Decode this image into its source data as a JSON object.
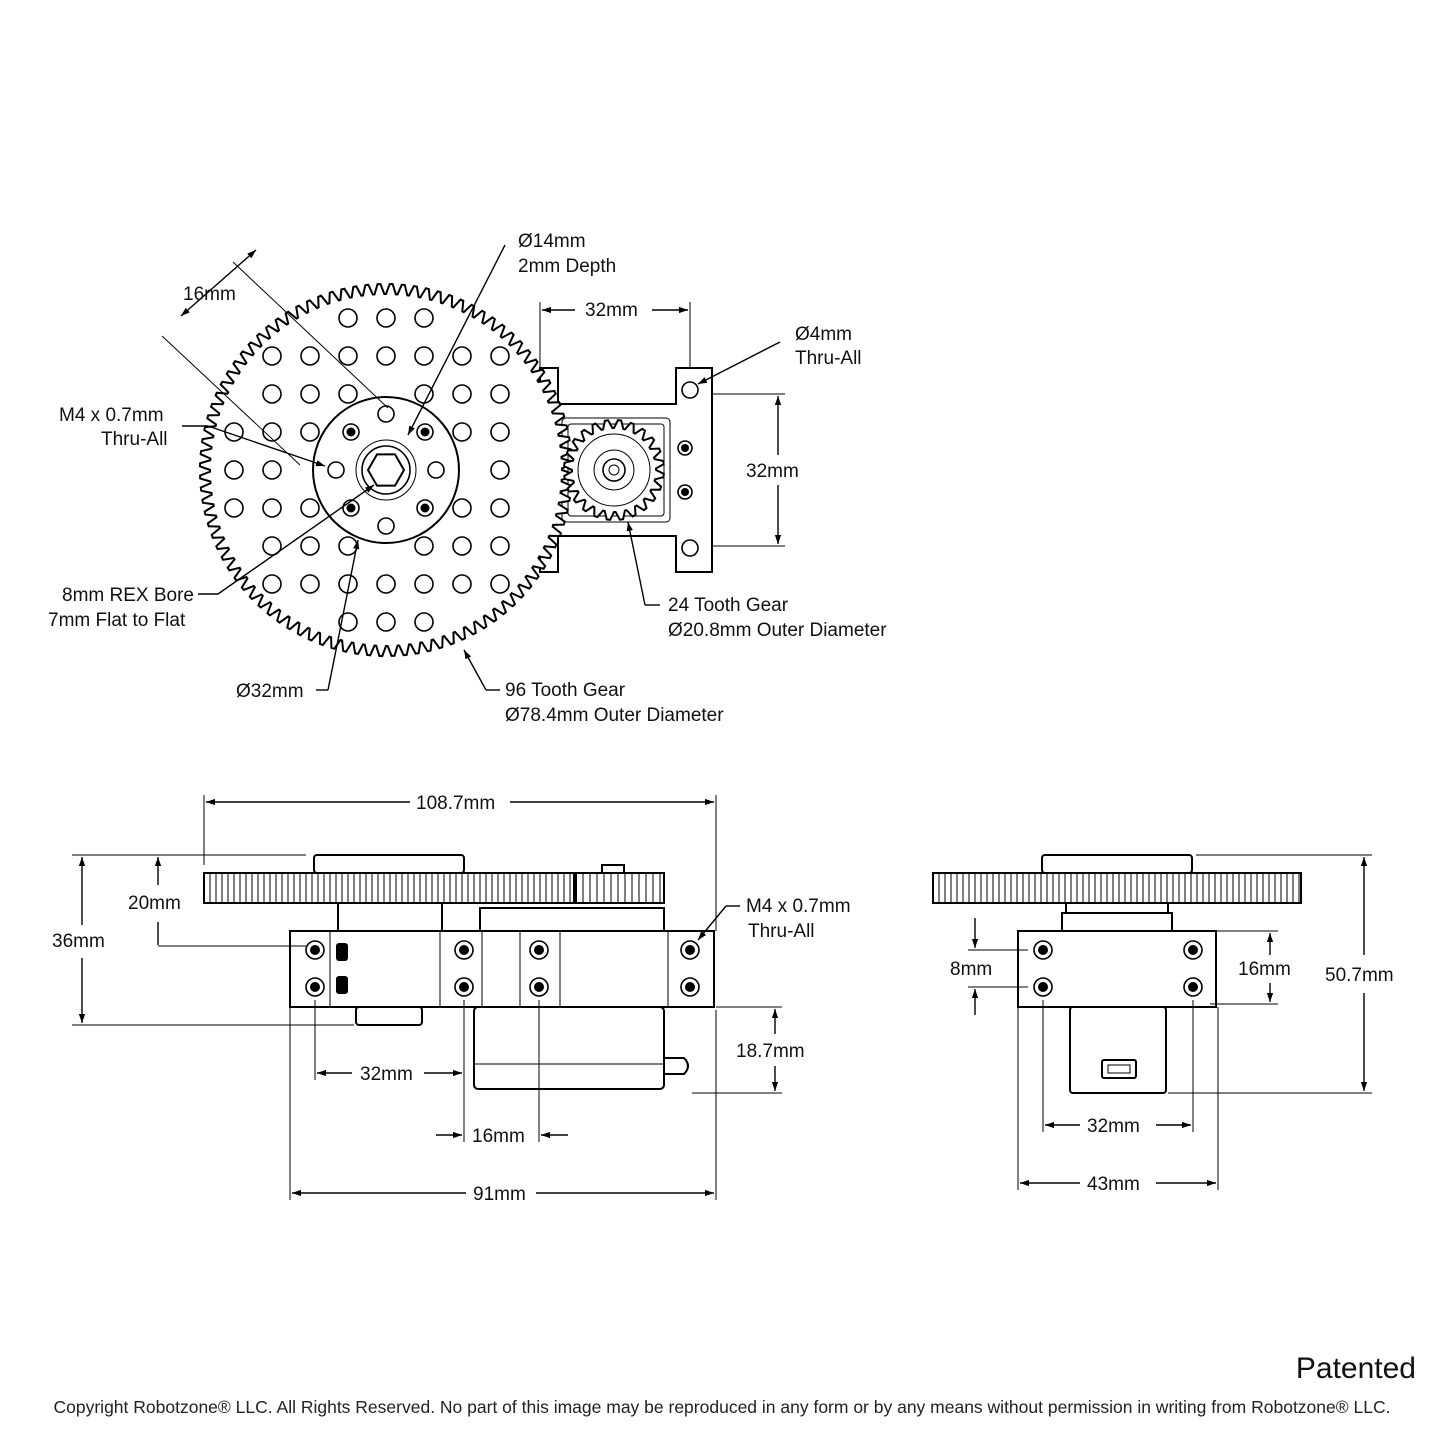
{
  "top_view": {
    "dim_hex_offset": "16mm",
    "dim_pocket_line1": "Ø14mm",
    "dim_pocket_line2": "2mm Depth",
    "dim_bracket_width": "32mm",
    "dim_hole_line1": "Ø4mm",
    "dim_hole_line2": "Thru-All",
    "dim_bracket_height": "32mm",
    "tap_line1": "M4 x 0.7mm",
    "tap_line2": "Thru-All",
    "bore_line1": "8mm REX Bore",
    "bore_line2": "7mm Flat to Flat",
    "hub_diameter": "Ø32mm",
    "big_gear_line1": "96 Tooth Gear",
    "big_gear_line2": "Ø78.4mm Outer Diameter",
    "small_gear_line1": "24 Tooth Gear",
    "small_gear_line2": "Ø20.8mm Outer Diameter"
  },
  "front_view": {
    "overall_length": "108.7mm",
    "height_36": "36mm",
    "height_20": "20mm",
    "tap_line1": "M4 x 0.7mm",
    "tap_line2": "Thru-All",
    "servo_depth": "18.7mm",
    "hole_spacing": "32mm",
    "offset_16": "16mm",
    "width_91": "91mm"
  },
  "side_view": {
    "spacing_8": "8mm",
    "spacing_16": "16mm",
    "overall_height": "50.7mm",
    "hole_spacing": "32mm",
    "width_43": "43mm"
  },
  "footer": {
    "patented": "Patented",
    "copyright": "Copyright Robotzone® LLC.  All Rights Reserved. No part of this image may be reproduced in any form or by any means without permission in writing from Robotzone® LLC."
  }
}
